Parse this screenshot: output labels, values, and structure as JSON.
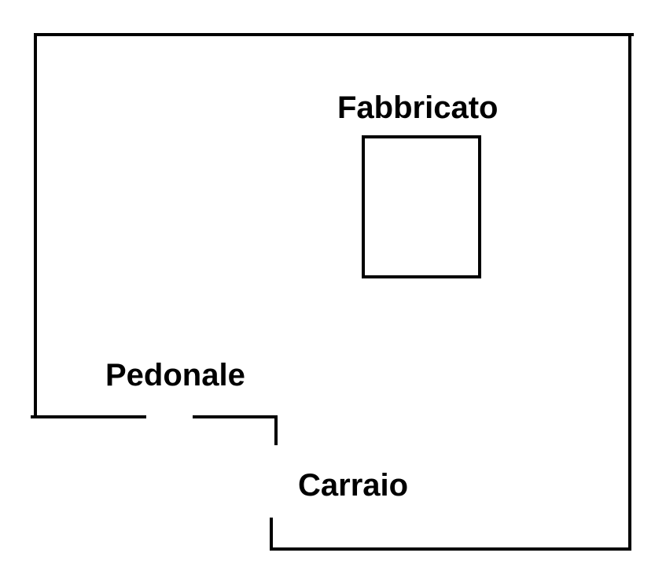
{
  "labels": {
    "building": "Fabbricato",
    "pedestrian_gate": "Pedonale",
    "driveway_gate": "Carraio"
  },
  "colors": {
    "line": "#000000",
    "background": "#ffffff"
  }
}
